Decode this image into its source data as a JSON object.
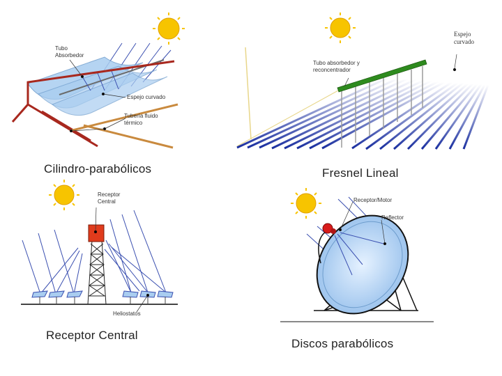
{
  "panels": {
    "parabolic_trough": {
      "caption": "Cilindro-parabólicos",
      "labels": {
        "tube_line1": "Tubo",
        "tube_line2": "Absorbedor",
        "mirror": "Espejo curvado",
        "pipe_line1": "Tubería fluido",
        "pipe_line2": "térmico"
      }
    },
    "linear_fresnel": {
      "caption": "Fresnel Lineal",
      "labels": {
        "tube_line1": "Tubo absorbedor y",
        "tube_line2": "reconcentrador",
        "mirror_line1": "Espejo",
        "mirror_line2": "curvado"
      }
    },
    "central_receiver": {
      "caption": "Receptor Central",
      "labels": {
        "receiver_line1": "Receptor",
        "receiver_line2": "Central",
        "heliostats": "Heliostatos"
      }
    },
    "parabolic_dish": {
      "caption": "Discos parabólicos",
      "labels": {
        "receiver": "Receptor/Motor",
        "reflector": "Reflector"
      }
    }
  },
  "colors": {
    "sun": "#f7c400",
    "mirror": "#a9cdf0",
    "frame_red": "#a8281e",
    "pipe_orange": "#c98a3e",
    "ray_blue": "#3a4fb0",
    "fresnel_blue": "#1a2fa0",
    "absorber_green": "#2e8b1e"
  }
}
